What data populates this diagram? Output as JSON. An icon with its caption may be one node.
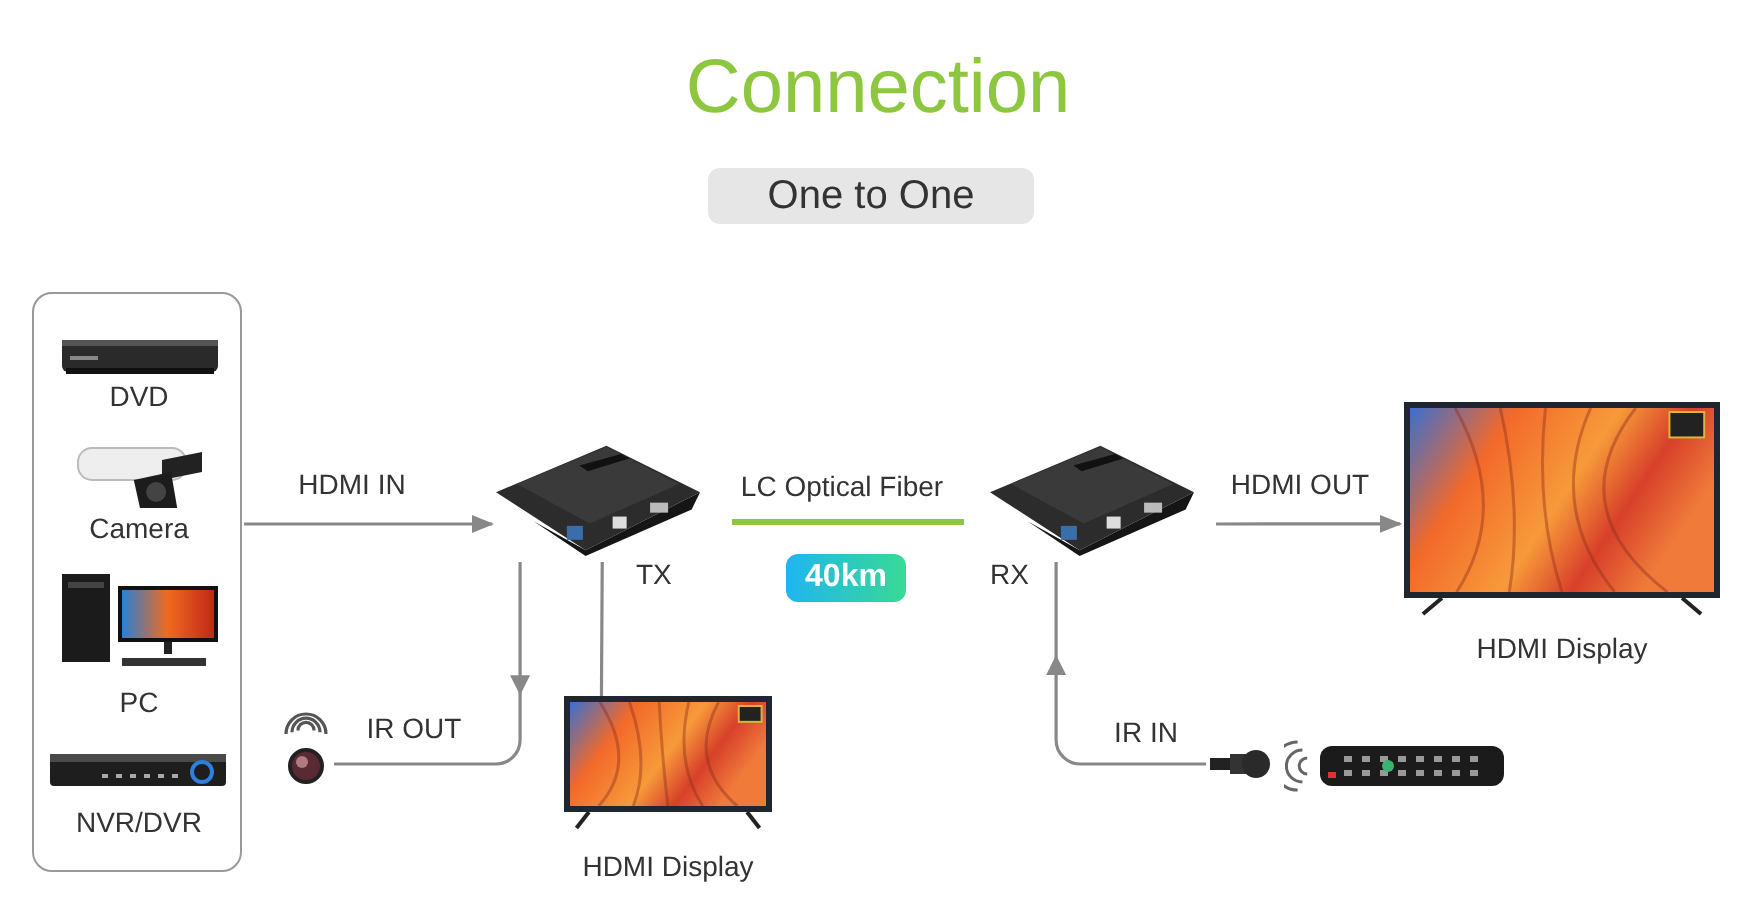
{
  "diagram": {
    "title": "Connection",
    "nodes": [
      {
        "text": [],
        "shape": "box"
      },
      {
        "text": [
          "DVD"
        ],
        "in": 0
      },
      {
        "text": [
          "Camera"
        ],
        "in": 0
      },
      {
        "text": [
          "PC"
        ],
        "in": 0
      },
      {
        "text": [
          "NVR/DVR"
        ],
        "in": 0
      },
      {
        "text": [
          "TX"
        ]
      },
      {
        "text": [
          "RX"
        ]
      },
      {
        "text": [
          "HDMI Display"
        ]
      },
      {
        "text": [
          "HDMI Display"
        ]
      },
      {
        "text": [],
        "shape": "picture"
      },
      {
        "text": [],
        "shape": "picture"
      }
    ],
    "edges": [
      {
        "from": 0,
        "to": 5,
        "arrow": "to",
        "label": "HDMI IN"
      },
      {
        "from": 5,
        "to": 9,
        "arrow": "to",
        "label": "IR OUT"
      },
      {
        "from": 5,
        "to": 7,
        "arrow": "none"
      },
      {
        "from": 5,
        "to": 6,
        "arrow": "none",
        "label": "LC Optical Fiber",
        "color": "#8dc63f"
      },
      {
        "from": 6,
        "to": 8,
        "arrow": "to",
        "label": "HDMI OUT"
      },
      {
        "from": 10,
        "to": 6,
        "arrow": "to",
        "label": "IR IN"
      }
    ],
    "labels": [
      "One to One",
      "40km"
    ]
  }
}
